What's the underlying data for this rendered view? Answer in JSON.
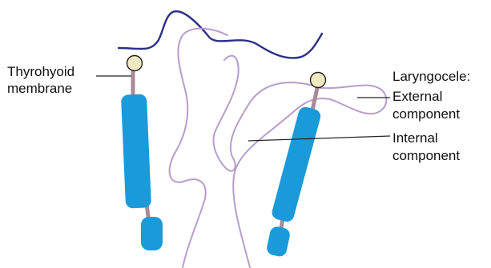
{
  "labels": {
    "thyrohyoid_line1": "Thyrohyoid",
    "thyrohyoid_line2": "membrane",
    "laryngocele": "Laryngocele:",
    "external_line1": "External",
    "external_line2": "component",
    "internal_line1": "Internal",
    "internal_line2": "component"
  },
  "colors": {
    "dark_outline": "#2b2f86",
    "mucosa_outline": "#b89ccc",
    "cartilage": "#1a9ad8",
    "membrane": "#a98a96",
    "hyoid_fill": "#efe8c0",
    "hyoid_stroke": "#222222",
    "leader_line": "#222222",
    "text": "#111111"
  }
}
